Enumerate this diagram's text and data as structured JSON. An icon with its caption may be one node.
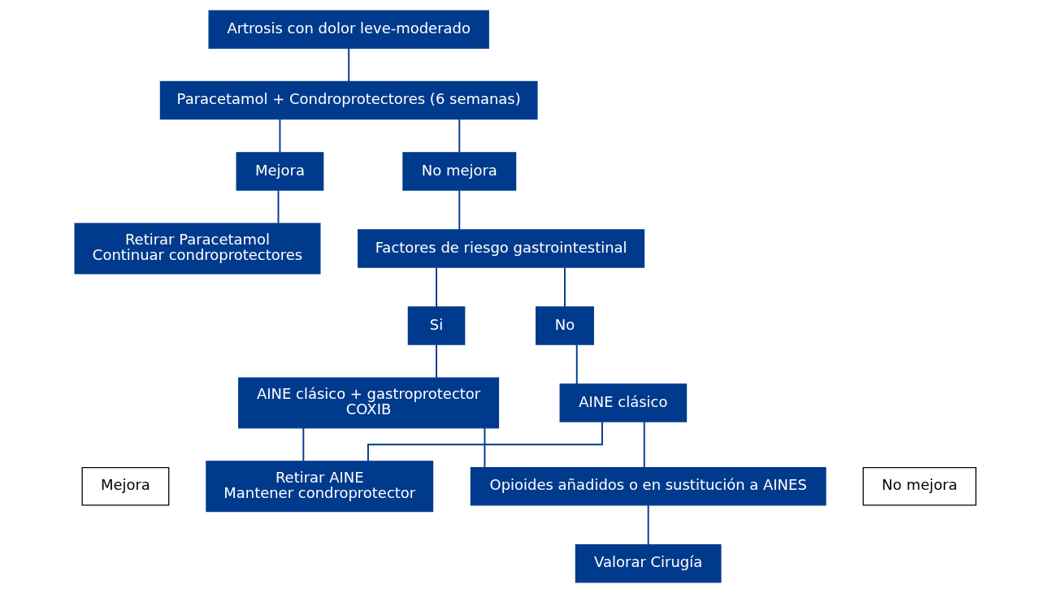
{
  "diagram": {
    "nodes": [
      {
        "text": [
          "Artrosis con dolor leve-moderado"
        ]
      },
      {
        "text": [
          "Paracetamol + Condroprotectores (6 semanas)"
        ]
      },
      {
        "text": [
          "Mejora"
        ]
      },
      {
        "text": [
          "No mejora"
        ]
      },
      {
        "text": [
          "Retirar Paracetamol",
          "Continuar condroprotectores"
        ]
      },
      {
        "text": [
          "Factores de riesgo gastrointestinal"
        ]
      },
      {
        "text": [
          "Si"
        ]
      },
      {
        "text": [
          "No"
        ]
      },
      {
        "text": [
          "AINE clásico + gastroprotector",
          "COXIB"
        ]
      },
      {
        "text": [
          "AINE clásico"
        ]
      },
      {
        "text": [
          "Mejora"
        ]
      },
      {
        "text": [
          "No mejora"
        ]
      },
      {
        "text": [
          "Retirar AINE",
          "Mantener condroprotector"
        ]
      },
      {
        "text": [
          "Opioides añadidos o en sustitución a AINES"
        ]
      },
      {
        "text": [
          "Valorar Cirugía"
        ]
      }
    ],
    "edges": [
      {
        "from": 0,
        "to": 1,
        "arrow": "none"
      },
      {
        "from": 1,
        "to": 2,
        "arrow": "none"
      },
      {
        "from": 1,
        "to": 3,
        "arrow": "none"
      },
      {
        "from": 2,
        "to": 4,
        "arrow": "none"
      },
      {
        "from": 3,
        "to": 5,
        "arrow": "none"
      },
      {
        "from": 5,
        "to": 6,
        "arrow": "none"
      },
      {
        "from": 5,
        "to": 7,
        "arrow": "none"
      },
      {
        "from": 6,
        "to": 8,
        "arrow": "none"
      },
      {
        "from": 7,
        "to": 9,
        "arrow": "none"
      },
      {
        "from": 8,
        "to": 12,
        "arrow": "none"
      },
      {
        "from": 8,
        "to": 13,
        "arrow": "none"
      },
      {
        "from": 9,
        "to": 12,
        "arrow": "none"
      },
      {
        "from": 9,
        "to": 13,
        "arrow": "none"
      },
      {
        "from": 13,
        "to": 14,
        "arrow": "none"
      }
    ]
  }
}
